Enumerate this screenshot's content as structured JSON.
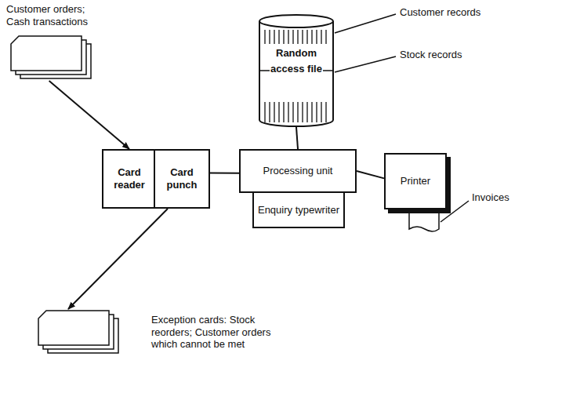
{
  "diagram": {
    "nodes": [
      {
        "text": [
          "Customer orders; Cash transactions"
        ]
      },
      {
        "text": [
          "Random access file"
        ]
      },
      {
        "text": [
          "Card reader"
        ]
      },
      {
        "text": [
          "Card punch"
        ]
      },
      {
        "text": [
          "Processing unit"
        ]
      },
      {
        "text": [
          "Enquiry typewriter"
        ]
      },
      {
        "text": [
          "Printer"
        ]
      },
      {
        "text": [
          "Exception cards: Stock reorders; Customer orders which cannot be met"
        ]
      }
    ],
    "edges": [
      {
        "from": 0,
        "to": 2,
        "arrow": "to"
      },
      {
        "from": 3,
        "to": 4,
        "arrow": "none"
      },
      {
        "from": 1,
        "to": 4,
        "arrow": "none"
      },
      {
        "from": 4,
        "to": 6,
        "arrow": "none"
      },
      {
        "from": 3,
        "to": 7,
        "arrow": "to"
      }
    ],
    "labels": [
      "Customer records",
      "Stock records",
      "Invoices"
    ]
  }
}
